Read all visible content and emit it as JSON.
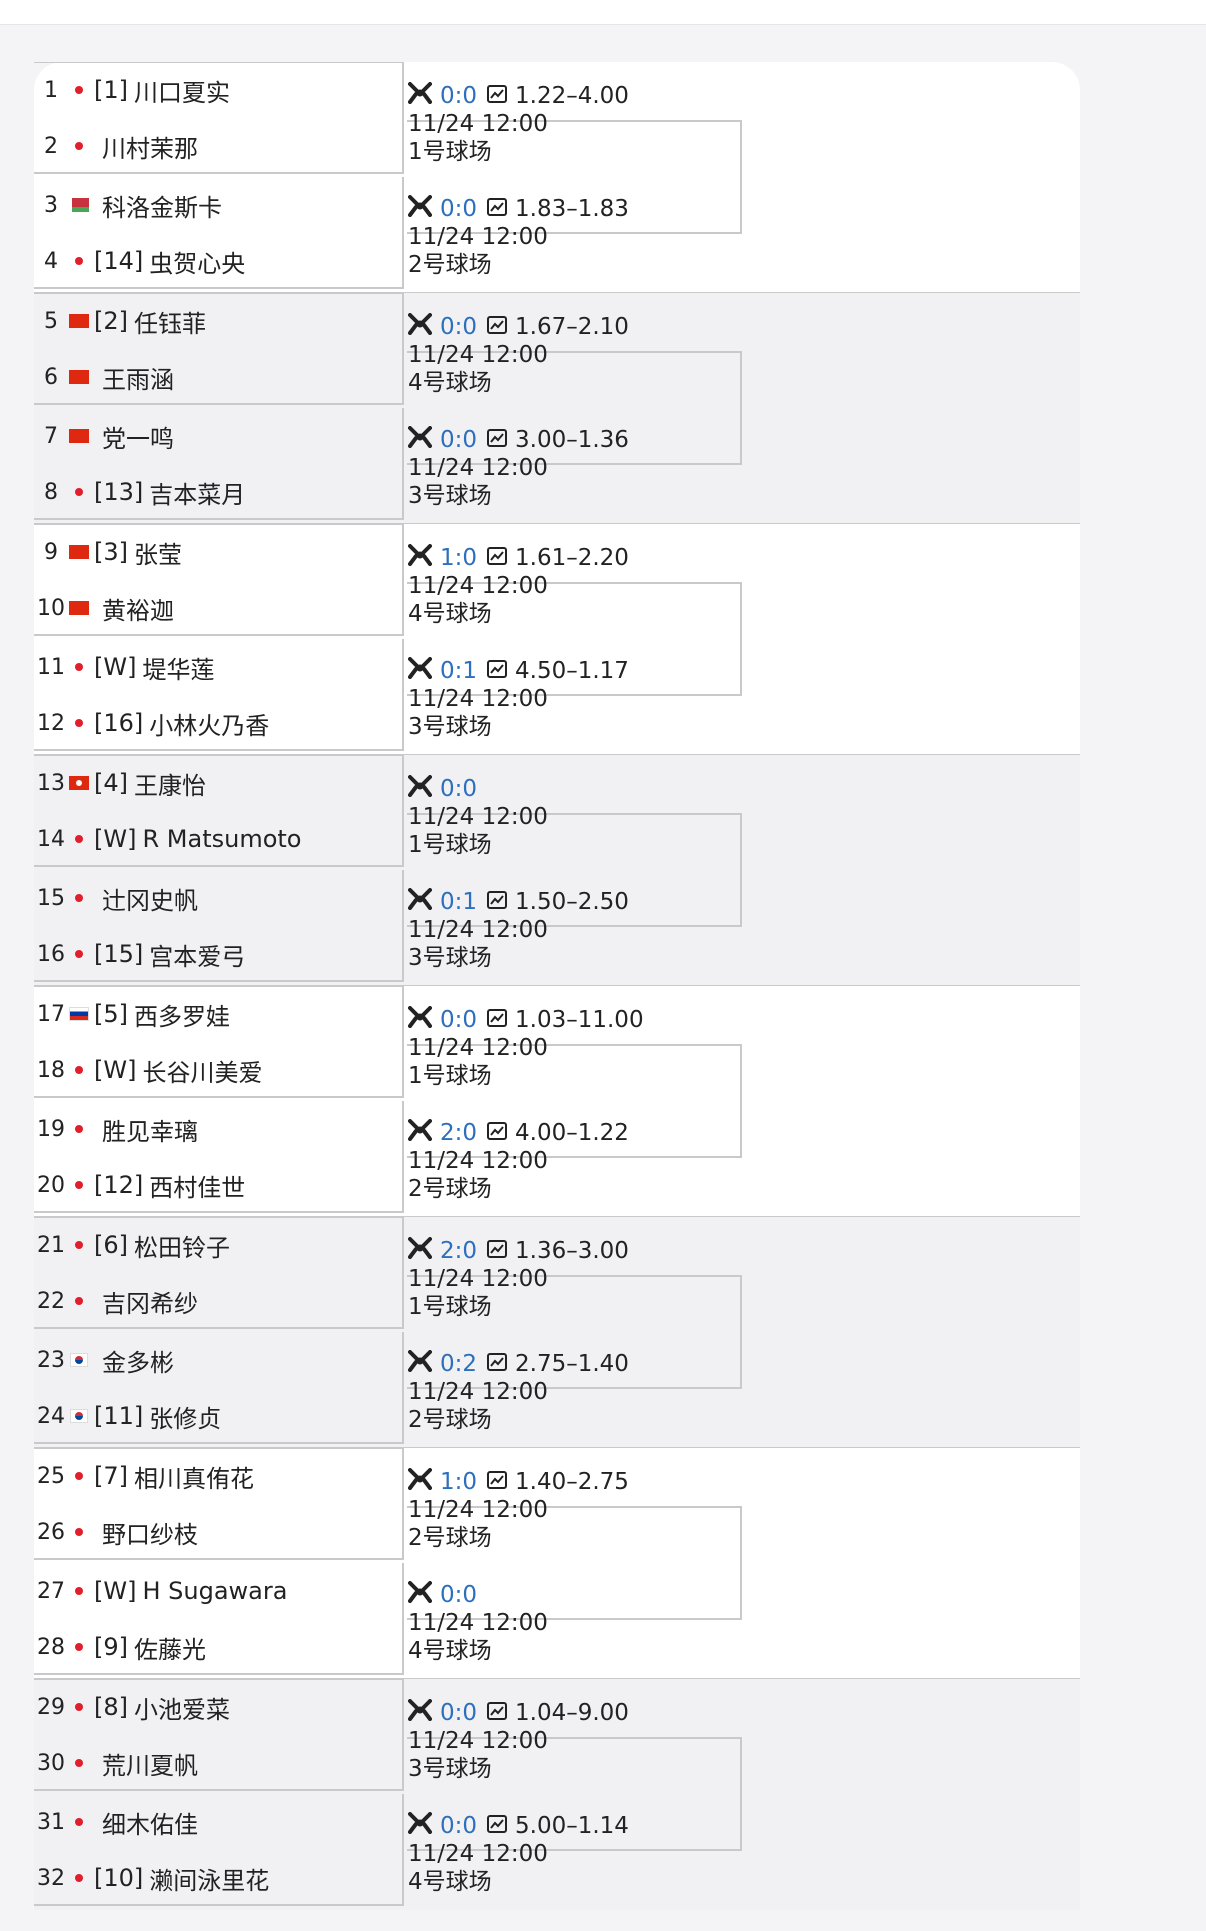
{
  "players": [
    {
      "num": "1",
      "flag": "jp",
      "seed": "[1]",
      "name": "川口夏实"
    },
    {
      "num": "2",
      "flag": "jp",
      "seed": "",
      "name": "川村茉那"
    },
    {
      "num": "3",
      "flag": "by",
      "seed": "",
      "name": "科洛金斯卡"
    },
    {
      "num": "4",
      "flag": "jp",
      "seed": "[14]",
      "name": "虫贺心央"
    },
    {
      "num": "5",
      "flag": "cn",
      "seed": "[2]",
      "name": "任钰菲"
    },
    {
      "num": "6",
      "flag": "cn",
      "seed": "",
      "name": "王雨涵"
    },
    {
      "num": "7",
      "flag": "cn",
      "seed": "",
      "name": "党一鸣"
    },
    {
      "num": "8",
      "flag": "jp",
      "seed": "[13]",
      "name": "吉本菜月"
    },
    {
      "num": "9",
      "flag": "cn",
      "seed": "[3]",
      "name": "张莹"
    },
    {
      "num": "10",
      "flag": "cn",
      "seed": "",
      "name": "黄裕迦"
    },
    {
      "num": "11",
      "flag": "jp",
      "seed": "[W]",
      "name": "堤华莲"
    },
    {
      "num": "12",
      "flag": "jp",
      "seed": "[16]",
      "name": "小林火乃香"
    },
    {
      "num": "13",
      "flag": "hk",
      "seed": "[4]",
      "name": "王康怡"
    },
    {
      "num": "14",
      "flag": "jp",
      "seed": "[W]",
      "name": "R Matsumoto"
    },
    {
      "num": "15",
      "flag": "jp",
      "seed": "",
      "name": "辻冈史帆"
    },
    {
      "num": "16",
      "flag": "jp",
      "seed": "[15]",
      "name": "宫本爱弓"
    },
    {
      "num": "17",
      "flag": "ru",
      "seed": "[5]",
      "name": "西多罗娃"
    },
    {
      "num": "18",
      "flag": "jp",
      "seed": "[W]",
      "name": "长谷川美爱"
    },
    {
      "num": "19",
      "flag": "jp",
      "seed": "",
      "name": "胜见幸璃"
    },
    {
      "num": "20",
      "flag": "jp",
      "seed": "[12]",
      "name": "西村佳世"
    },
    {
      "num": "21",
      "flag": "jp",
      "seed": "[6]",
      "name": "松田铃子"
    },
    {
      "num": "22",
      "flag": "jp",
      "seed": "",
      "name": "吉冈希纱"
    },
    {
      "num": "23",
      "flag": "kr",
      "seed": "",
      "name": "金多彬"
    },
    {
      "num": "24",
      "flag": "kr",
      "seed": "[11]",
      "name": "张修贞"
    },
    {
      "num": "25",
      "flag": "jp",
      "seed": "[7]",
      "name": "相川真侑花"
    },
    {
      "num": "26",
      "flag": "jp",
      "seed": "",
      "name": "野口纱枝"
    },
    {
      "num": "27",
      "flag": "jp",
      "seed": "[W]",
      "name": "H Sugawara"
    },
    {
      "num": "28",
      "flag": "jp",
      "seed": "[9]",
      "name": "佐藤光"
    },
    {
      "num": "29",
      "flag": "jp",
      "seed": "[8]",
      "name": "小池爱菜"
    },
    {
      "num": "30",
      "flag": "jp",
      "seed": "",
      "name": "荒川夏帆"
    },
    {
      "num": "31",
      "flag": "jp",
      "seed": "",
      "name": "细木佑佳"
    },
    {
      "num": "32",
      "flag": "jp",
      "seed": "[10]",
      "name": "濑间泳里花"
    }
  ],
  "matches": [
    {
      "score": "0:0",
      "odds": "1.22–4.00",
      "time": "11/24 12:00",
      "court": "1号球场"
    },
    {
      "score": "0:0",
      "odds": "1.83–1.83",
      "time": "11/24 12:00",
      "court": "2号球场"
    },
    {
      "score": "0:0",
      "odds": "1.67–2.10",
      "time": "11/24 12:00",
      "court": "4号球场"
    },
    {
      "score": "0:0",
      "odds": "3.00–1.36",
      "time": "11/24 12:00",
      "court": "3号球场"
    },
    {
      "score": "1:0",
      "odds": "1.61–2.20",
      "time": "11/24 12:00",
      "court": "4号球场"
    },
    {
      "score": "0:1",
      "odds": "4.50–1.17",
      "time": "11/24 12:00",
      "court": "3号球场"
    },
    {
      "score": "0:0",
      "odds": "",
      "time": "11/24 12:00",
      "court": "1号球场"
    },
    {
      "score": "0:1",
      "odds": "1.50–2.50",
      "time": "11/24 12:00",
      "court": "3号球场"
    },
    {
      "score": "0:0",
      "odds": "1.03–11.00",
      "time": "11/24 12:00",
      "court": "1号球场"
    },
    {
      "score": "2:0",
      "odds": "4.00–1.22",
      "time": "11/24 12:00",
      "court": "2号球场"
    },
    {
      "score": "2:0",
      "odds": "1.36–3.00",
      "time": "11/24 12:00",
      "court": "1号球场"
    },
    {
      "score": "0:2",
      "odds": "2.75–1.40",
      "time": "11/24 12:00",
      "court": "2号球场"
    },
    {
      "score": "1:0",
      "odds": "1.40–2.75",
      "time": "11/24 12:00",
      "court": "2号球场"
    },
    {
      "score": "0:0",
      "odds": "",
      "time": "11/24 12:00",
      "court": "4号球场"
    },
    {
      "score": "0:0",
      "odds": "1.04–9.00",
      "time": "11/24 12:00",
      "court": "3号球场"
    },
    {
      "score": "0:0",
      "odds": "5.00–1.14",
      "time": "11/24 12:00",
      "court": "4号球场"
    }
  ],
  "icons": {
    "match": "crossed-rackets-icon",
    "odds": "odds-chart-icon"
  },
  "colors": {
    "score": "#2c6fbd",
    "seed_dot": "#e01e2c"
  }
}
